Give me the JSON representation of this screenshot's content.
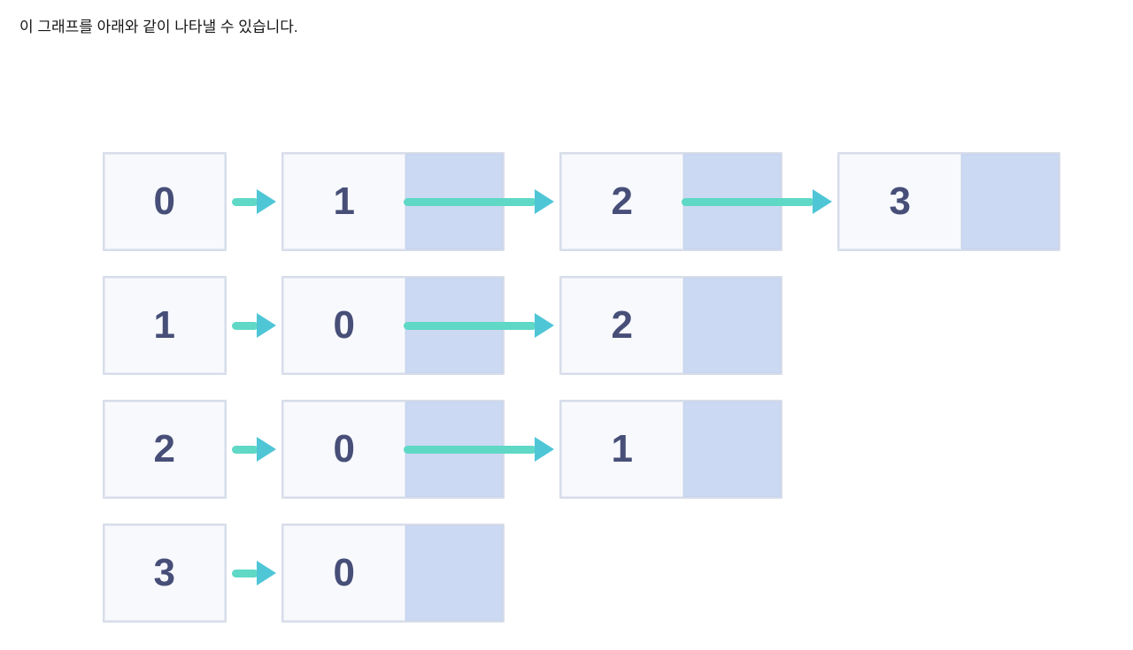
{
  "caption": {
    "text": "이 그래프를 아래와 같이 나타낼 수 있습니다."
  },
  "colors": {
    "background": "#ffffff",
    "node_border": "#d7dde9",
    "data_cell_fill": "#f7f9fd",
    "pointer_cell_fill": "#ccd9f2",
    "digit_text": "#474f78",
    "arrow_shaft": "#5fd8c6",
    "arrow_head": "#4fc6d6",
    "caption_text": "#161616"
  },
  "diagram": {
    "type": "adjacency-list",
    "description": "Linked-list adjacency list representation of a graph with 4 vertices",
    "rows": [
      {
        "head": "0",
        "nodes": [
          "1",
          "2",
          "3"
        ]
      },
      {
        "head": "1",
        "nodes": [
          "0",
          "2"
        ]
      },
      {
        "head": "2",
        "nodes": [
          "0",
          "1"
        ]
      },
      {
        "head": "3",
        "nodes": [
          "0"
        ]
      }
    ]
  }
}
